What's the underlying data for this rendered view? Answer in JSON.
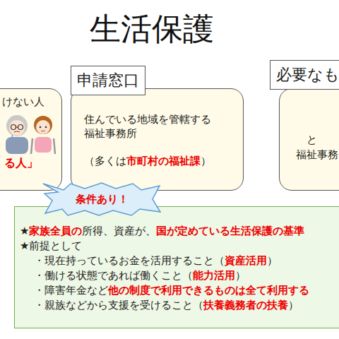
{
  "diagram": {
    "title": "生活保護",
    "nodes": [
      {
        "text": [
          "けない人",
          "る人」"
        ]
      },
      {
        "text": [
          "申請窓口",
          "住んでいる地域を管轄する 福祉事務所",
          "（多くは",
          "市町村の福祉課",
          "）"
        ]
      },
      {
        "text": [
          "必要なも",
          "と",
          "福祉事務"
        ]
      },
      {
        "text": [
          "条件あり！"
        ]
      },
      {
        "text": [
          "★",
          "家族全員の",
          "所得、資産が、",
          "国が定めている生活保護の基準",
          "★前提として",
          "・現在持っているお金を活用すること（",
          "資産活用",
          "）",
          "・働ける状態であれば働くこと（",
          "能力活用",
          "）",
          "・障害年金など",
          "他の制度で利用できるものは全て利用する",
          "・親族などから支援を受けること（",
          "扶養義務者の扶養",
          "）"
        ]
      }
    ]
  }
}
